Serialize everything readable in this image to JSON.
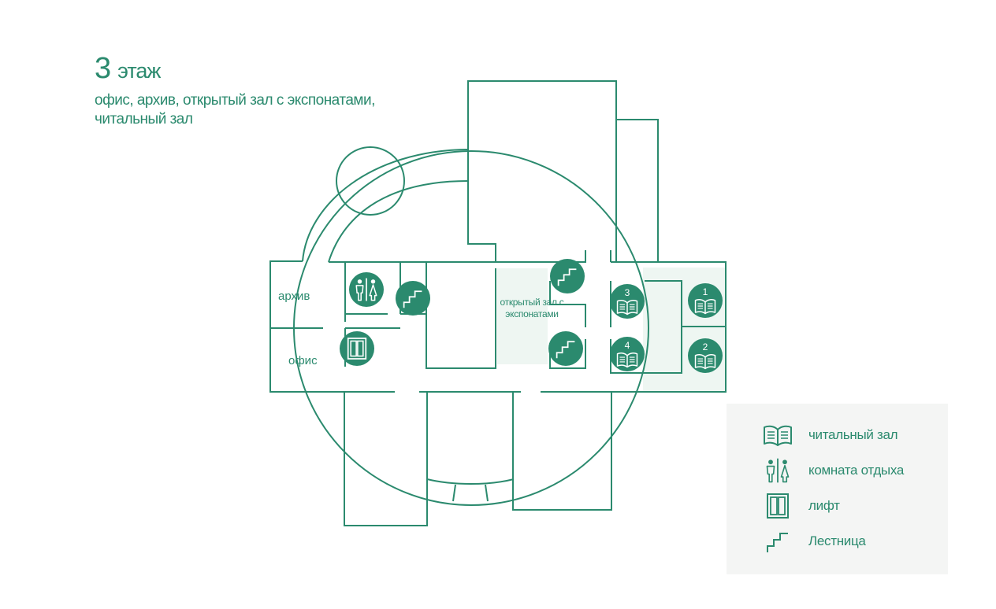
{
  "header": {
    "floor_number": "3",
    "floor_word": "этаж",
    "subtitle": "офис, архив, открытый зал с экспонатами, читальный зал"
  },
  "rooms": {
    "archive": "архив",
    "office": "офис",
    "hall": "открытый зал с экспонатами"
  },
  "reading_rooms": [
    "1",
    "2",
    "3",
    "4"
  ],
  "legend": [
    {
      "icon": "book-icon",
      "label": "читальный зал"
    },
    {
      "icon": "restroom-icon",
      "label": "комната отдыха"
    },
    {
      "icon": "elevator-icon",
      "label": "лифт"
    },
    {
      "icon": "stairs-icon",
      "label": "Лестница"
    }
  ],
  "colors": {
    "accent": "#2b8a6e",
    "highlight": "#eef6f2",
    "legend_bg": "#f4f5f4"
  }
}
